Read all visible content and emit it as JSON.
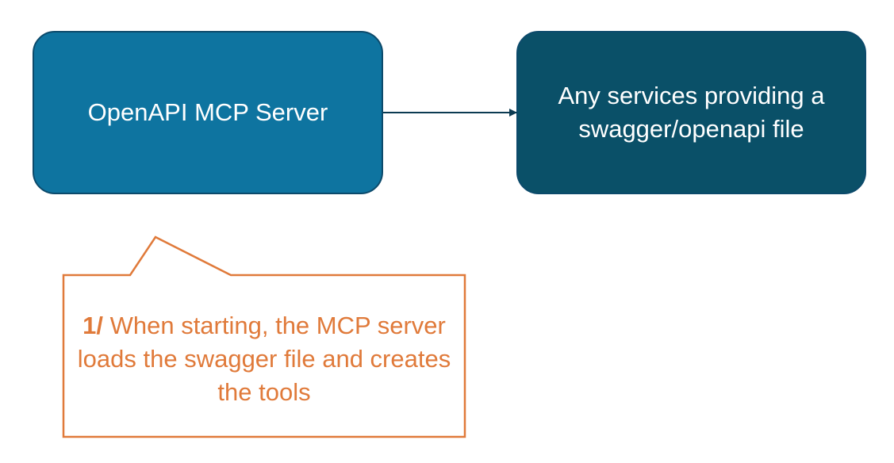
{
  "diagram": {
    "source_box": {
      "label": "OpenAPI MCP Server"
    },
    "target_box": {
      "label_line1": "Any services providing a",
      "label_line2": "swagger/openapi file"
    },
    "callout": {
      "step": "1/",
      "text": " When starting, the MCP server loads the swagger file and creates the tools"
    },
    "colors": {
      "source_fill": "#0e74a0",
      "target_fill": "#0a5068",
      "box_border": "#0c4a6b",
      "arrow": "#0c3b52",
      "callout": "#e07a3a"
    }
  }
}
